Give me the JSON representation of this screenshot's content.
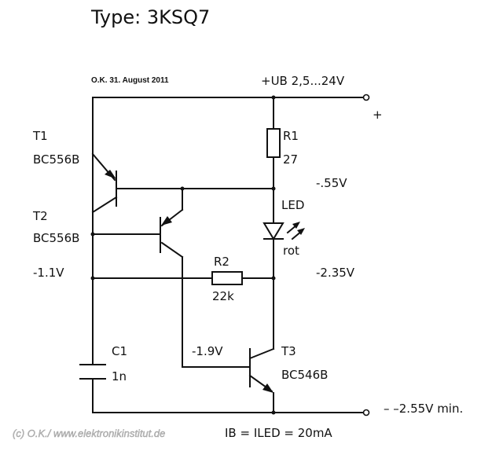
{
  "title": "Type:  3KSQ7",
  "date_note": "O.K. 31. August 2011",
  "supply": {
    "label": "+UB  2,5...24V",
    "plus_sign": "+",
    "minus_label": "–  –2.55V  min."
  },
  "components": {
    "t1_name": "T1",
    "t1_type": "BC556B",
    "t2_name": "T2",
    "t2_type": "BC556B",
    "t3_name": "T3",
    "t3_type": "BC546B",
    "r1_name": "R1",
    "r1_value": "27",
    "r2_name": "R2",
    "r2_value": "22k",
    "c1_name": "C1",
    "c1_value": "1n",
    "led_name": "LED",
    "led_color": "rot"
  },
  "voltages": {
    "v_r1_bottom": "-.55V",
    "v_led_bottom": "-2.35V",
    "v_t2_base": "-1.1V",
    "v_t3_base": "-1.9V"
  },
  "footer": {
    "current_note": "IB = ILED = 20mA",
    "copyright": "(c) O.K./ www.elektronikinstitut.de"
  }
}
